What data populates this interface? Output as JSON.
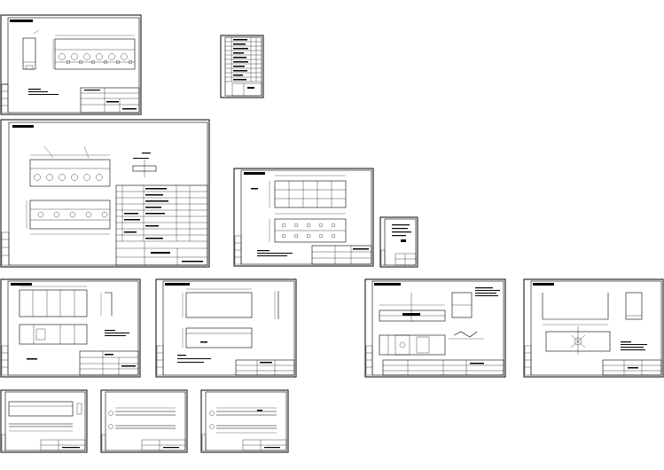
{
  "view": {
    "background": "#ffffff",
    "line_color": "#000000"
  },
  "sheets": [
    {
      "id": "sheet-1",
      "kind": "assembly-plate"
    },
    {
      "id": "sheet-2",
      "kind": "spec-table"
    },
    {
      "id": "sheet-3",
      "kind": "assembly-with-spec"
    },
    {
      "id": "sheet-4",
      "kind": "plate-detail"
    },
    {
      "id": "sheet-5",
      "kind": "small-label"
    },
    {
      "id": "sheet-6",
      "kind": "frame-detail"
    },
    {
      "id": "sheet-7",
      "kind": "panel-detail"
    },
    {
      "id": "sheet-8",
      "kind": "section-detail"
    },
    {
      "id": "sheet-9",
      "kind": "channel-detail"
    },
    {
      "id": "sheet-10",
      "kind": "bar-detail"
    },
    {
      "id": "sheet-11",
      "kind": "rod-detail"
    },
    {
      "id": "sheet-12",
      "kind": "rod-detail"
    }
  ]
}
